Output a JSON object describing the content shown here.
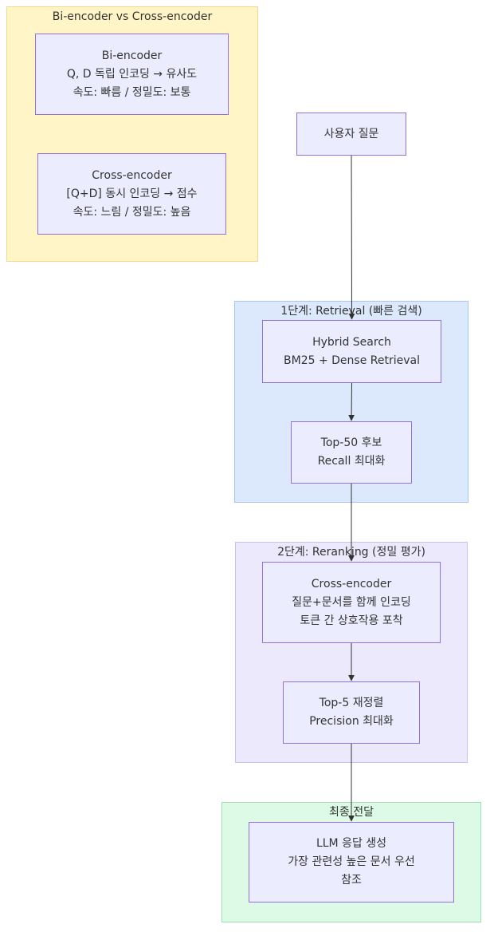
{
  "clusters": {
    "compare": {
      "title": "Bi-encoder vs Cross-encoder"
    },
    "stage1": {
      "title": "1단계: Retrieval (빠른 검색)"
    },
    "stage2": {
      "title": "2단계: Reranking (정밀 평가)"
    },
    "final": {
      "title": "최종 전달"
    }
  },
  "nodes": {
    "bi_encoder": {
      "lines": [
        "Bi-encoder",
        "Q, D 독립 인코딩 → 유사도",
        "속도: 빠름 / 정밀도: 보통"
      ]
    },
    "cross_encoder_compare": {
      "lines": [
        "Cross-encoder",
        "[Q+D] 동시 인코딩 → 점수",
        "속도: 느림 / 정밀도: 높음"
      ]
    },
    "user_question": {
      "lines": [
        "사용자 질문"
      ]
    },
    "hybrid_search": {
      "lines": [
        "Hybrid Search",
        "BM25 + Dense Retrieval"
      ]
    },
    "top50": {
      "lines": [
        "Top-50 후보",
        "Recall 최대화"
      ]
    },
    "cross_encoder": {
      "lines": [
        "Cross-encoder",
        "질문+문서를 함께 인코딩",
        "토큰 간 상호작용 포착"
      ]
    },
    "top5": {
      "lines": [
        "Top-5 재정렬",
        "Precision 최대화"
      ]
    },
    "llm": {
      "lines": [
        "LLM 응답 생성",
        "가장 관련성 높은 문서 우선",
        "참조"
      ]
    }
  },
  "edges": [
    {
      "from": "user_question",
      "to": "hybrid_search"
    },
    {
      "from": "hybrid_search",
      "to": "top50"
    },
    {
      "from": "top50",
      "to": "cross_encoder"
    },
    {
      "from": "cross_encoder",
      "to": "top5"
    },
    {
      "from": "top5",
      "to": "llm"
    }
  ],
  "colors": {
    "node_fill": "#ececff",
    "node_border": "#9370db",
    "edge": "#333333"
  }
}
